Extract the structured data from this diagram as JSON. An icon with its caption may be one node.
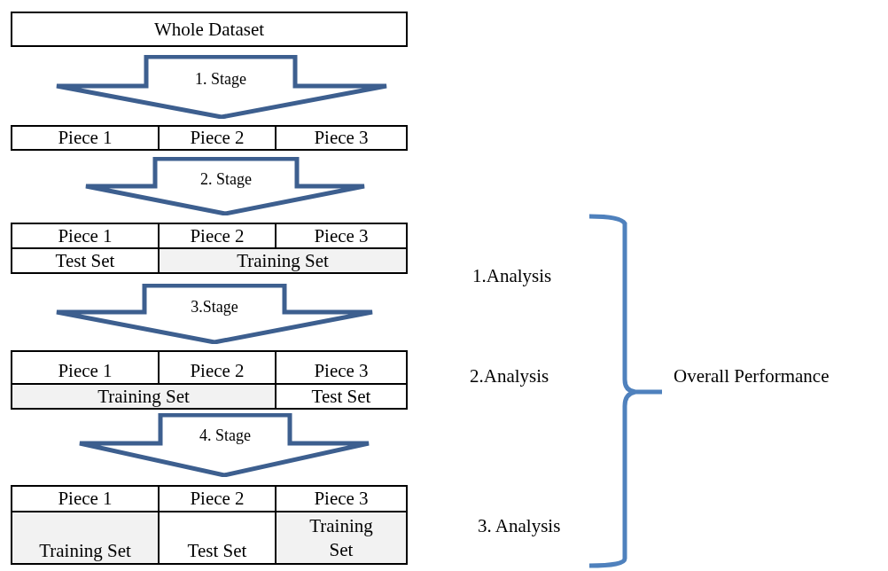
{
  "diagram": {
    "nodes": [
      {
        "text": [
          "Whole Dataset"
        ]
      },
      {
        "text": [
          "1. Stage"
        ]
      },
      {
        "text": [
          "Piece 1"
        ]
      },
      {
        "text": [
          "Piece 2"
        ]
      },
      {
        "text": [
          "Piece 3"
        ]
      },
      {
        "text": [
          "2. Stage"
        ]
      },
      {
        "text": [
          "Piece 1"
        ]
      },
      {
        "text": [
          "Piece 2"
        ]
      },
      {
        "text": [
          "Piece 3"
        ]
      },
      {
        "text": [
          "Test Set"
        ]
      },
      {
        "text": [
          "Training Set"
        ]
      },
      {
        "text": [
          "3.Stage"
        ]
      },
      {
        "text": [
          "Piece 1"
        ]
      },
      {
        "text": [
          "Piece 2"
        ]
      },
      {
        "text": [
          "Piece 3"
        ]
      },
      {
        "text": [
          "Training Set"
        ]
      },
      {
        "text": [
          "Test Set"
        ]
      },
      {
        "text": [
          "4. Stage"
        ]
      },
      {
        "text": [
          "Piece 1"
        ]
      },
      {
        "text": [
          "Piece 2"
        ]
      },
      {
        "text": [
          "Piece 3"
        ]
      },
      {
        "text": [
          "Training Set"
        ]
      },
      {
        "text": [
          "Test Set"
        ]
      },
      {
        "text": [
          "Training Set"
        ]
      }
    ],
    "labels": [
      "1.Analysis",
      "2.Analysis",
      "3. Analysis",
      "Overall Performance"
    ]
  }
}
